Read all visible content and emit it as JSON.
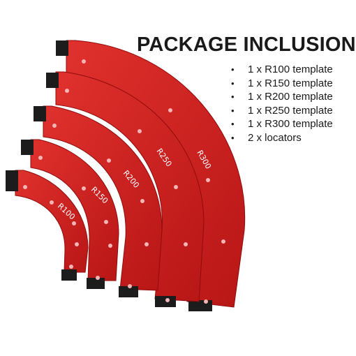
{
  "heading": "PACKAGE INCLUSION",
  "items": [
    "1 x R100 template",
    "1 x R150 template",
    "1 x R200 template",
    "1 x R250 template",
    "1 x R300 template",
    "2 x locators"
  ],
  "template_labels": [
    "R100",
    "R150",
    "R200",
    "R250",
    "R300"
  ],
  "colors": {
    "template_red": "#d31d1d",
    "template_dark": "#a51010",
    "locator": "#1c1c1c",
    "text": "#1a1a1a"
  }
}
